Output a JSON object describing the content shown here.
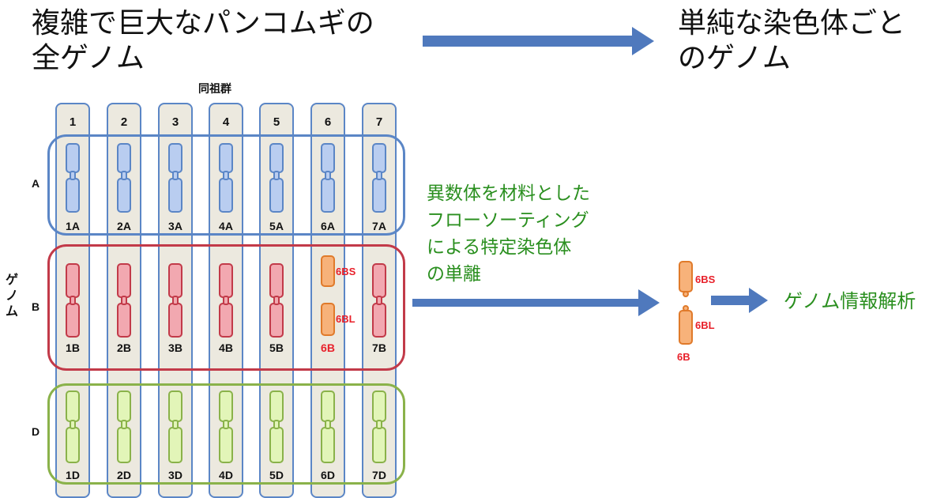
{
  "title_left": "複雑で巨大なパンコムギの全ゲノム",
  "title_left_line1": "複雑で巨大なパンコムギの",
  "title_left_line2": "全ゲノム",
  "title_right_line1": "単純な染色体ごと",
  "title_right_line2": "のゲノム",
  "homoeologous_label": "同祖群",
  "genome_label": "ゲノム",
  "columns": [
    "1",
    "2",
    "3",
    "4",
    "5",
    "6",
    "7"
  ],
  "genomes": [
    "A",
    "B",
    "D"
  ],
  "chromosome_labels": {
    "A": [
      "1A",
      "2A",
      "3A",
      "4A",
      "5A",
      "6A",
      "7A"
    ],
    "B": [
      "1B",
      "2B",
      "3B",
      "4B",
      "5B",
      "6B",
      "7B"
    ],
    "D": [
      "1D",
      "2D",
      "3D",
      "4D",
      "5D",
      "6D",
      "7D"
    ]
  },
  "arm_labels": {
    "short": "6BS",
    "long": "6BL",
    "whole": "6B"
  },
  "middle_text": [
    "異数体を材料とした",
    "フローソーティング",
    "による特定染色体",
    "の単離"
  ],
  "result_text": "ゲノム情報解析",
  "colors": {
    "A_fill": "#b9cdf0",
    "A_stroke": "#5b86c6",
    "B_fill": "#f2a8b0",
    "B_stroke": "#c23a49",
    "D_fill": "#e2f5b8",
    "D_stroke": "#8ab24a",
    "orange_fill": "#f7b27a",
    "orange_stroke": "#e07a2a",
    "arrow": "#4f79bd",
    "highlight_text": "#e8202a",
    "green_text": "#2a8f1f"
  }
}
